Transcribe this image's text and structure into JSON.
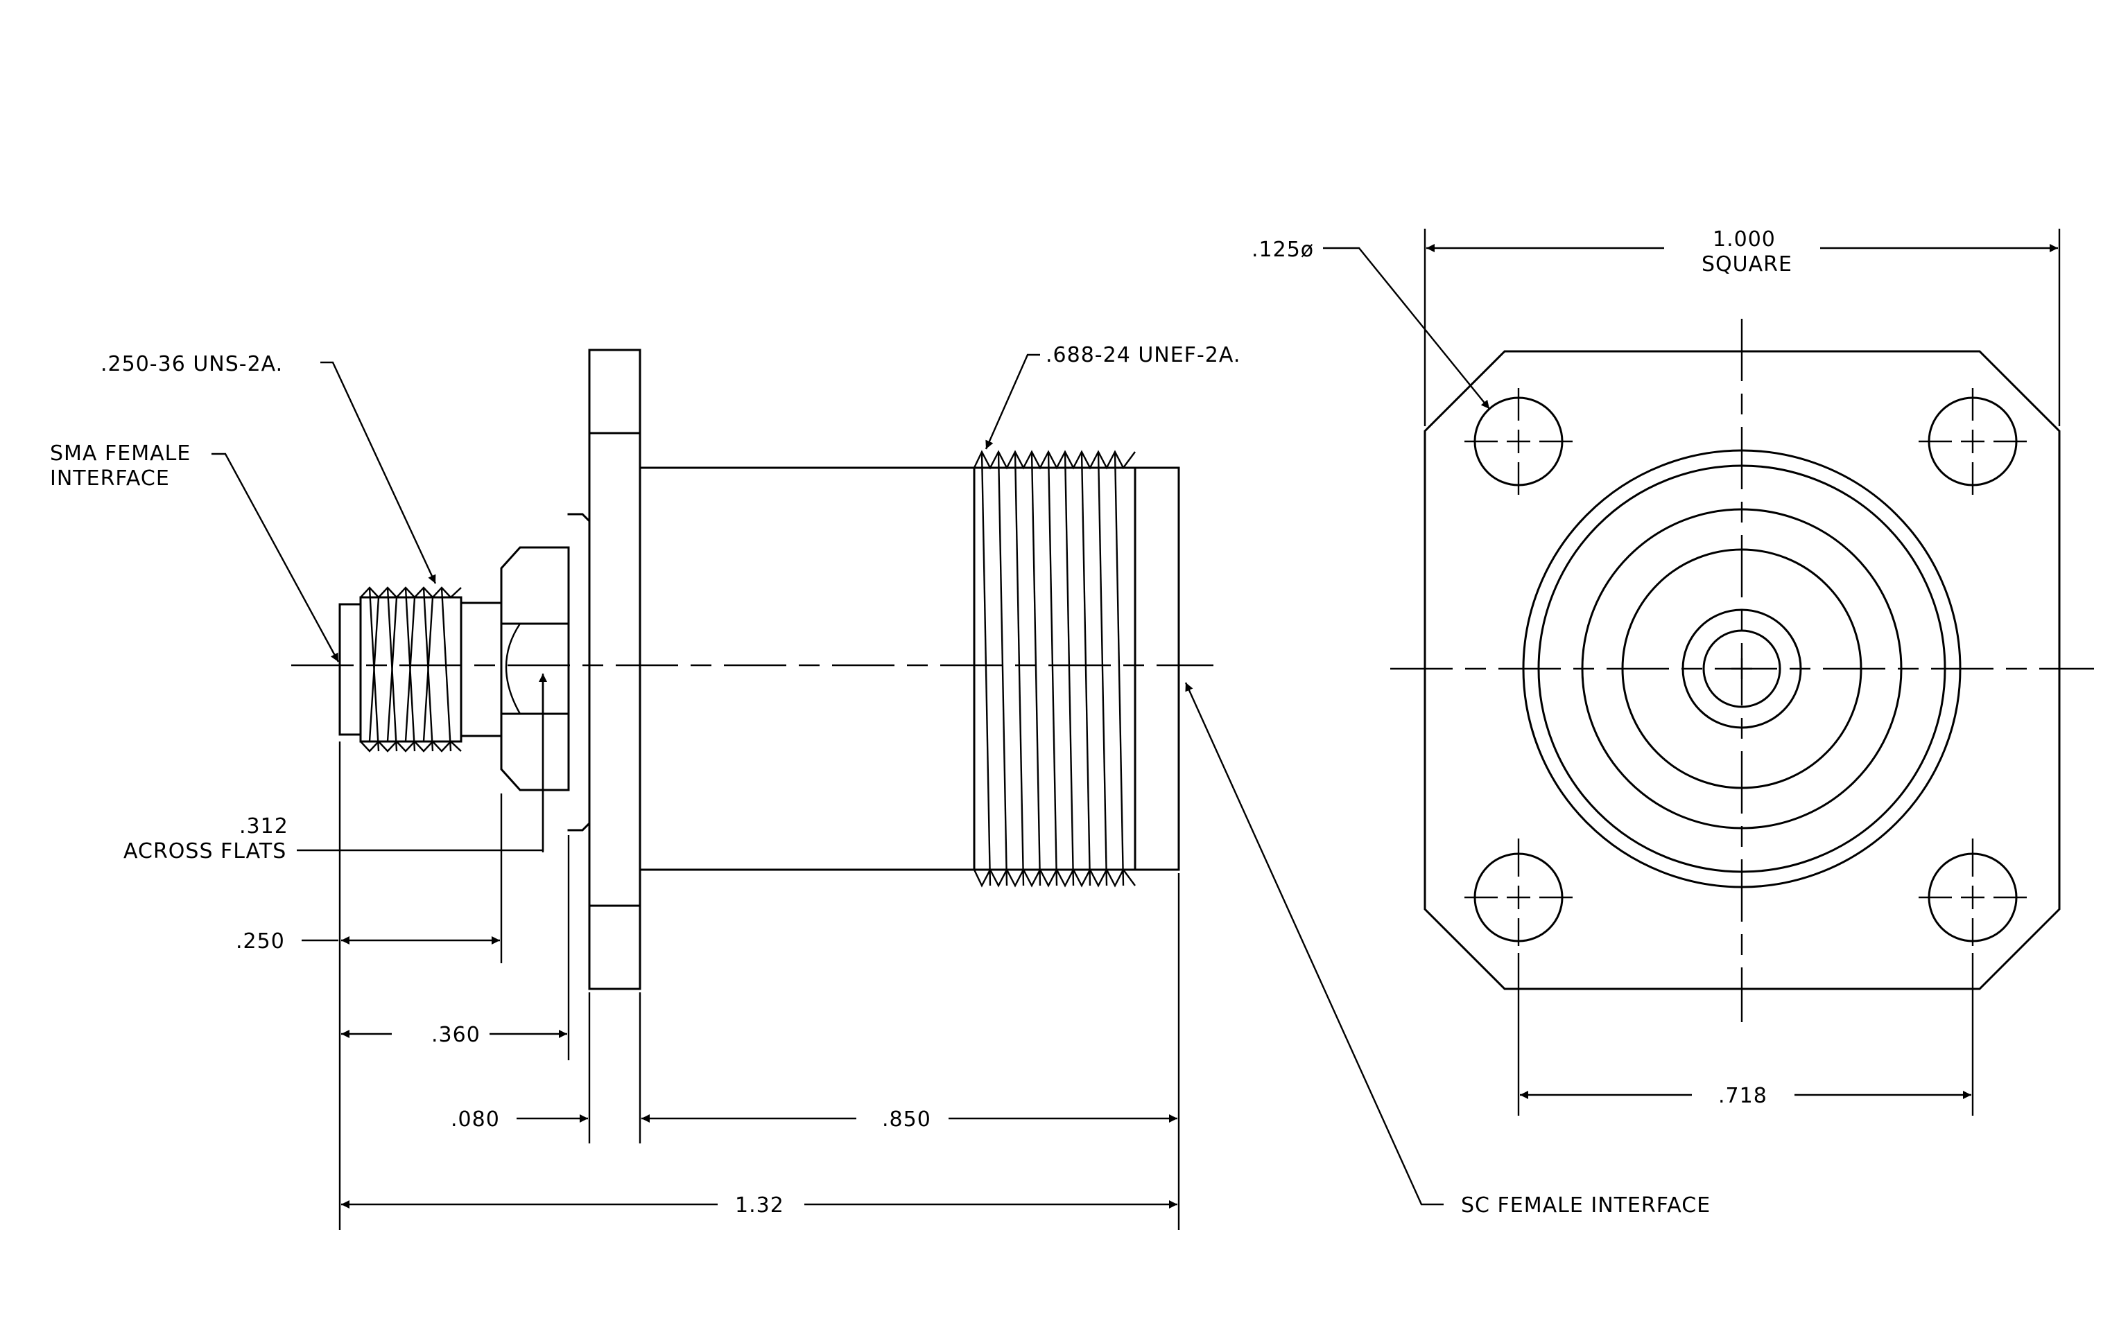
{
  "labels": {
    "sma_thread": ".250-36 UNS-2A.",
    "sma_interface_line1": "SMA FEMALE",
    "sma_interface_line2": "INTERFACE",
    "flats_value": ".312",
    "flats_label": "ACROSS FLATS",
    "body_thread": ".688-24 UNEF-2A.",
    "sc_interface": "SC FEMALE INTERFACE",
    "hole_dia": ".125ø",
    "square_value": "1.000",
    "square_label": "SQUARE"
  },
  "dimensions": {
    "d250": ".250",
    "d360": ".360",
    "d080": ".080",
    "d850": ".850",
    "d132": "1.32",
    "d718": ".718"
  }
}
